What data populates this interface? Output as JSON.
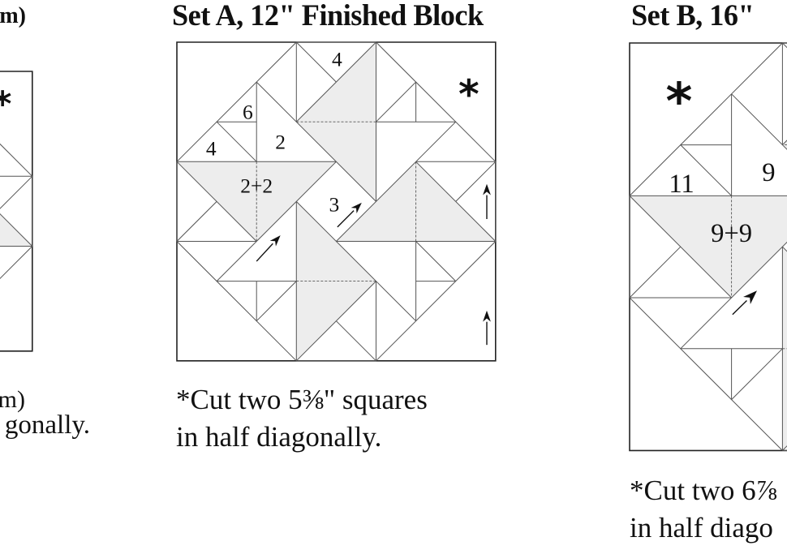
{
  "left_panel": {
    "title_fragment": "m)",
    "caption_fragments": [
      "m)",
      "gonally."
    ],
    "star": "*"
  },
  "set_a": {
    "title": "Set A, 12\" Finished Block",
    "star": "*",
    "labels": [
      "4",
      "6",
      "2",
      "4",
      "2+2",
      "3"
    ],
    "caption": [
      "*Cut two 5⅜\" squares",
      "in half diagonally."
    ]
  },
  "set_b": {
    "title": "Set B, 16\"",
    "star": "*",
    "labels": [
      "11",
      "9",
      "9+9"
    ],
    "caption": [
      "*Cut two 6⅞",
      "in half diago"
    ]
  },
  "colors": {
    "line": "#555555",
    "outline": "#222222",
    "shade": "#ededed"
  }
}
